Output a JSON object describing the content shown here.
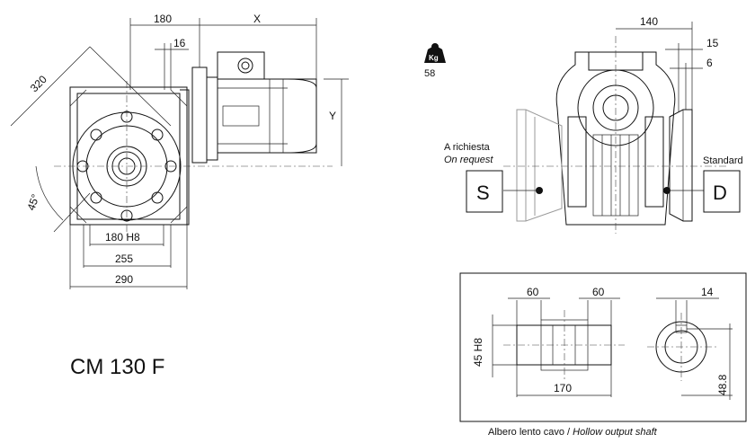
{
  "model": "CM 130 F",
  "weight": {
    "icon": "kg-weight-icon",
    "icon_label": "Kg",
    "value": "58"
  },
  "left_view": {
    "dims": {
      "top_180": "180",
      "top_16": "16",
      "top_x": "X",
      "diag_320": "320",
      "angle_45": "45°",
      "right_y": "Y",
      "bottom_180h8": "180 H8",
      "bottom_255": "255",
      "bottom_290": "290"
    }
  },
  "right_view": {
    "dims": {
      "top_140": "140",
      "top_15": "15",
      "top_6": "6"
    },
    "left_label_it": "A richiesta",
    "left_label_en": "On request",
    "left_box": "S",
    "right_label": "Standard",
    "right_box": "D"
  },
  "shaft_detail": {
    "dims": {
      "left_60": "60",
      "right_60": "60",
      "right_14": "14",
      "vert_45h8": "45 H8",
      "bottom_170": "170",
      "vert_48_8": "48.8"
    },
    "caption_it": "Albero lento cavo / ",
    "caption_en": "Hollow output shaft"
  }
}
